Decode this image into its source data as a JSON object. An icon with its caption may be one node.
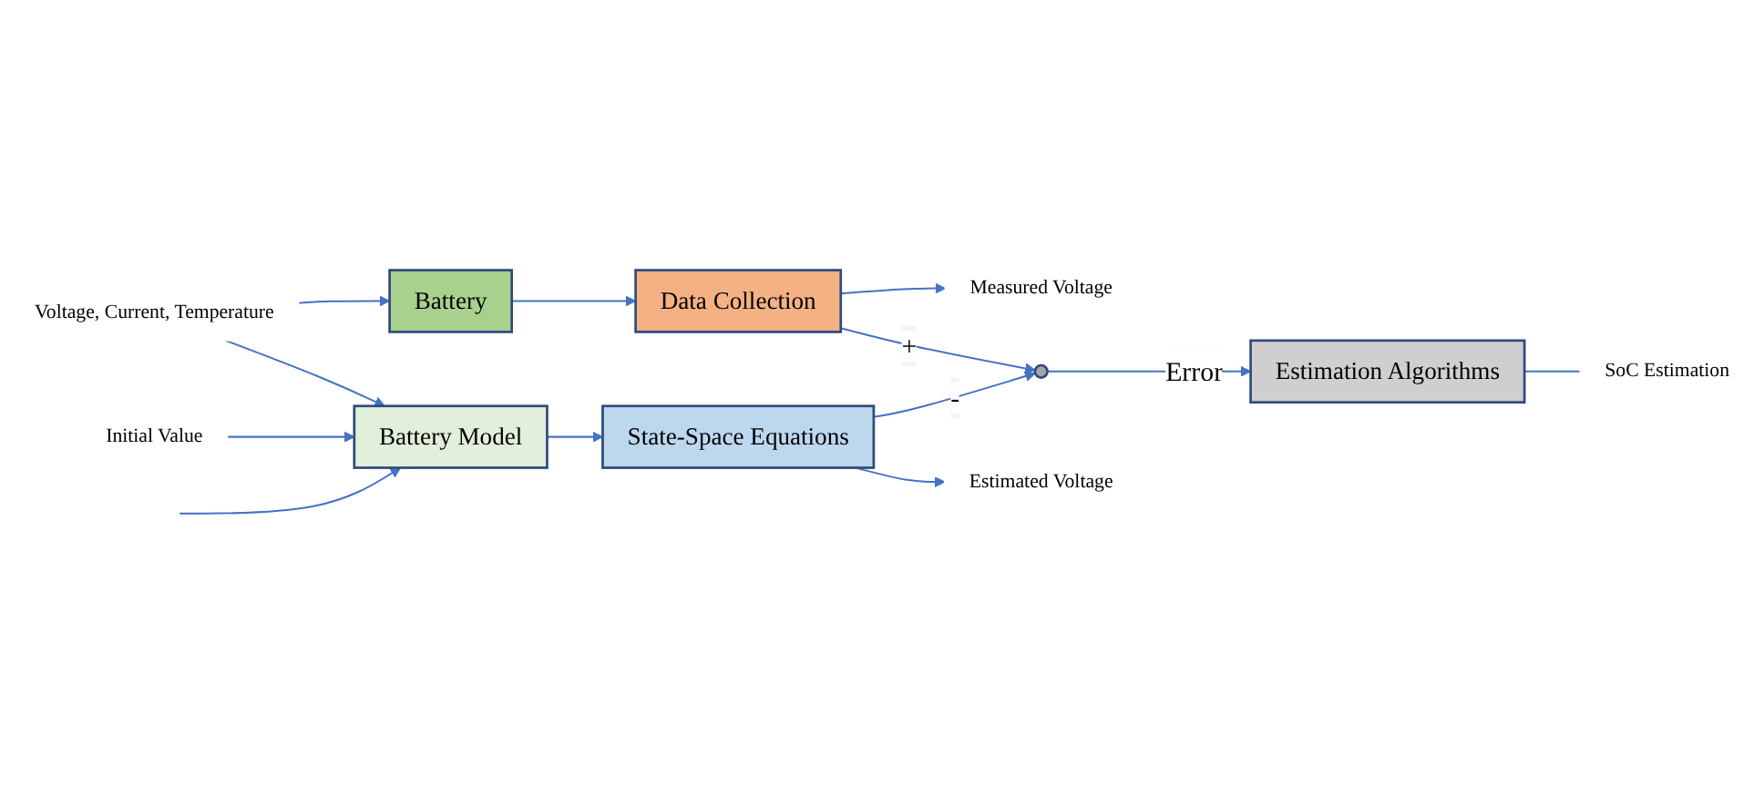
{
  "diagram": {
    "nodes": [
      {
        "text": [
          "Voltage, Current, Temperature"
        ]
      },
      {
        "text": [
          "Battery"
        ]
      },
      {
        "text": [
          "Data Collection"
        ]
      },
      {
        "text": [
          "Measured Voltage"
        ]
      },
      {
        "text": [
          "Estimation Algorithms"
        ]
      },
      {
        "text": [
          "SoC Estimation"
        ]
      },
      {
        "text": [
          "Initial Value"
        ]
      },
      {
        "text": [
          "Battery Model"
        ]
      },
      {
        "text": [
          "State-Space Equations"
        ]
      },
      {
        "text": [],
        "shape": "circle"
      },
      {
        "text": [
          "Estimated Voltage"
        ]
      }
    ],
    "edges": [
      {
        "from": 0,
        "to": 1,
        "arrow": "to"
      },
      {
        "from": 0,
        "to": 7,
        "arrow": "to"
      },
      {
        "from": 1,
        "to": 2,
        "arrow": "to"
      },
      {
        "from": 2,
        "to": 3,
        "arrow": "to"
      },
      {
        "from": 2,
        "to": 9,
        "label": "+",
        "arrow": "to"
      },
      {
        "from": 9,
        "to": 4,
        "label": "Error",
        "arrow": "to"
      },
      {
        "from": 4,
        "to": 5,
        "arrow": "none"
      },
      {
        "from": 6,
        "to": 7,
        "arrow": "to"
      },
      {
        "from": null,
        "to": 7,
        "arrow": "to"
      },
      {
        "from": 7,
        "to": 8,
        "arrow": "to"
      },
      {
        "from": 8,
        "to": 10,
        "arrow": "to"
      },
      {
        "from": 8,
        "to": 9,
        "label": "-",
        "arrow": "to"
      }
    ]
  }
}
